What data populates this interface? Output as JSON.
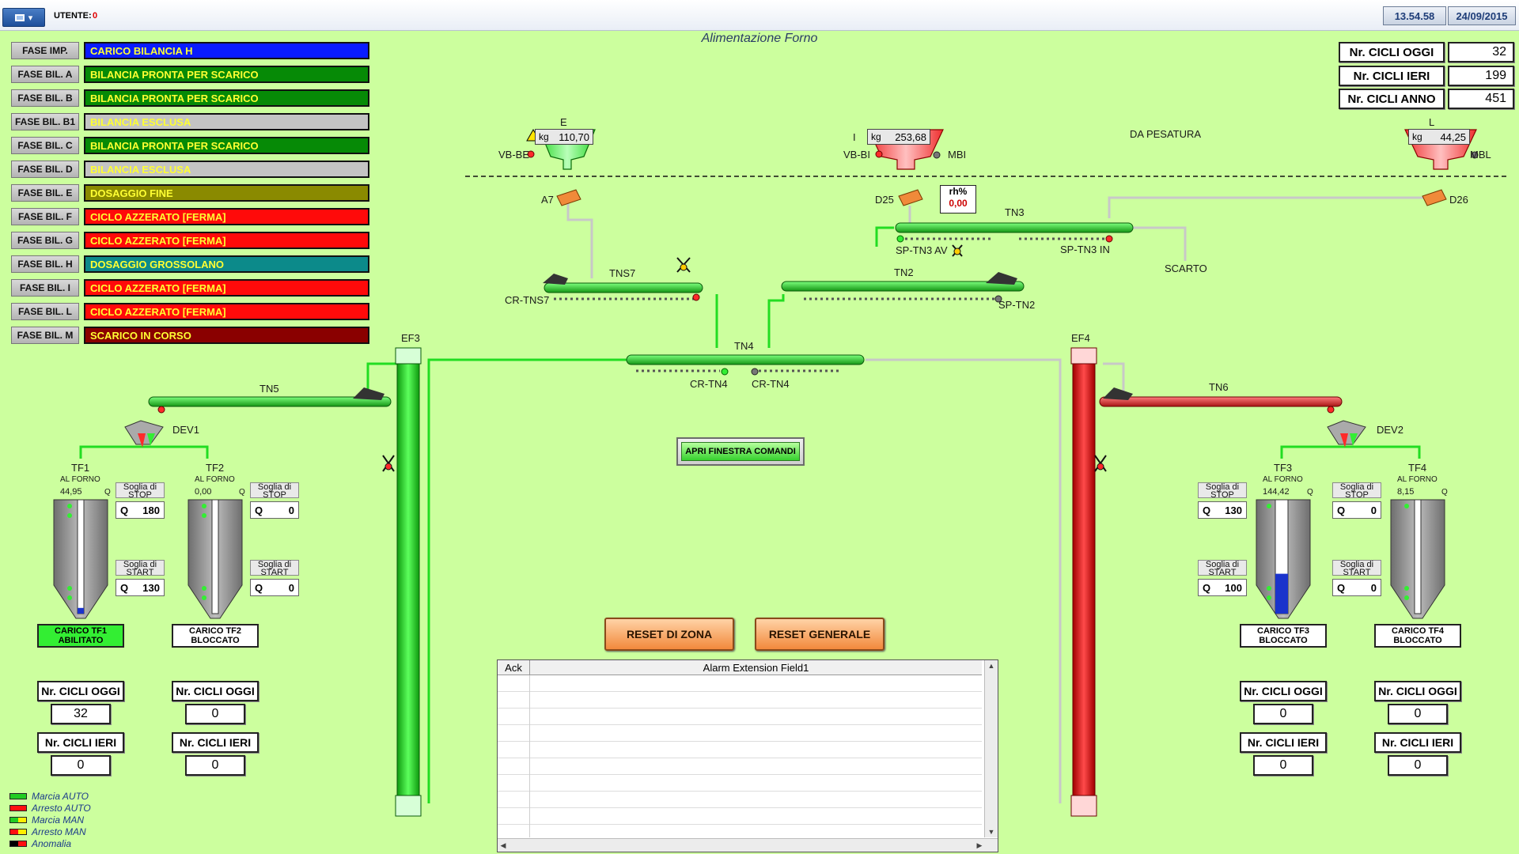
{
  "header": {
    "user_label": "UTENTE:",
    "user_value": "0",
    "time": "13.54.58",
    "date": "24/09/2015",
    "title": "Alimentazione Forno"
  },
  "phases": [
    {
      "label": "FASE IMP.",
      "value": "CARICO BILANCIA H",
      "bg": "#0a1cff",
      "fg": "#ffff33"
    },
    {
      "label": "FASE BIL. A",
      "value": "BILANCIA PRONTA PER SCARICO",
      "bg": "#068a06",
      "fg": "#ffff33"
    },
    {
      "label": "FASE BIL. B",
      "value": "BILANCIA PRONTA PER SCARICO",
      "bg": "#068a06",
      "fg": "#ffff33"
    },
    {
      "label": "FASE BIL. B1",
      "value": "BILANCIA ESCLUSA",
      "bg": "#c4c4c4",
      "fg": "#ffff33"
    },
    {
      "label": "FASE BIL. C",
      "value": "BILANCIA PRONTA PER SCARICO",
      "bg": "#068a06",
      "fg": "#ffff33"
    },
    {
      "label": "FASE BIL. D",
      "value": "BILANCIA ESCLUSA",
      "bg": "#c4c4c4",
      "fg": "#ffff33"
    },
    {
      "label": "FASE BIL. E",
      "value": "DOSAGGIO FINE",
      "bg": "#8a8a00",
      "fg": "#ffff33"
    },
    {
      "label": "FASE BIL. F",
      "value": "CICLO AZZERATO [FERMA]",
      "bg": "#ff0a0a",
      "fg": "#ffff33"
    },
    {
      "label": "FASE BIL. G",
      "value": "CICLO AZZERATO [FERMA]",
      "bg": "#ff0a0a",
      "fg": "#ffff33"
    },
    {
      "label": "FASE BIL. H",
      "value": "DOSAGGIO GROSSOLANO",
      "bg": "#0c8a8a",
      "fg": "#ffff33"
    },
    {
      "label": "FASE BIL. I",
      "value": "CICLO AZZERATO [FERMA]",
      "bg": "#ff0a0a",
      "fg": "#ffff33"
    },
    {
      "label": "FASE BIL. L",
      "value": "CICLO AZZERATO [FERMA]",
      "bg": "#ff0a0a",
      "fg": "#ffff33"
    },
    {
      "label": "FASE BIL. M",
      "value": "SCARICO IN CORSO",
      "bg": "#8a0000",
      "fg": "#ffff33"
    }
  ],
  "totals": {
    "oggi_label": "Nr. CICLI OGGI",
    "oggi": "32",
    "ieri_label": "Nr. CICLI IERI",
    "ieri": "199",
    "anno_label": "Nr. CICLI ANNO",
    "anno": "451"
  },
  "plant": {
    "da_pesatura": "DA PESATURA",
    "scales": [
      {
        "name": "E",
        "kg_label": "kg",
        "value": "110,70",
        "valve": "VB-BE"
      },
      {
        "name": "I",
        "kg_label": "kg",
        "value": "253,68",
        "valve": "VB-BI",
        "aux": "MBI"
      },
      {
        "name": "L",
        "kg_label": "kg",
        "value": "44,25",
        "aux": "MBL"
      }
    ],
    "rh_label": "rh%",
    "rh_value": "0,00",
    "gates": {
      "a7": "A7",
      "d25": "D25",
      "d26": "D26"
    },
    "conveyors": {
      "tns7": "TNS7",
      "cr_tns7": "CR-TNS7",
      "tn3": "TN3",
      "sp_tn3_av": "SP-TN3 AV",
      "sp_tn3_in": "SP-TN3 IN",
      "scarto": "SCARTO",
      "tn2": "TN2",
      "sp_tn2": "SP-TN2",
      "tn4": "TN4",
      "cr_tn4_a": "CR-TN4",
      "cr_tn4_b": "CR-TN4",
      "tn5": "TN5",
      "tn6": "TN6"
    },
    "elevators": {
      "ef3": "EF3",
      "ef4": "EF4"
    },
    "diverters": {
      "dev1": "DEV1",
      "dev2": "DEV2"
    },
    "apri_label": "APRI FINESTRA COMANDI"
  },
  "silos": [
    {
      "name": "TF1",
      "sub": "AL FORNO",
      "value": "44,95",
      "q": "Q",
      "fill": 0.05,
      "stop_title": "Soglia di STOP",
      "stop_q": "Q",
      "stop_val": "180",
      "start_title": "Soglia di START",
      "start_q": "Q",
      "start_val": "130",
      "cmd": "CARICO TF1 ABILITATO",
      "cmd_bg": "#33ee33",
      "oggi_label": "Nr. CICLI OGGI",
      "oggi": "32",
      "ieri_label": "Nr. CICLI IERI",
      "ieri": "0"
    },
    {
      "name": "TF2",
      "sub": "AL FORNO",
      "value": "0,00",
      "q": "Q",
      "fill": 0,
      "stop_title": "Soglia di STOP",
      "stop_q": "Q",
      "stop_val": "0",
      "start_title": "Soglia di START",
      "start_q": "Q",
      "start_val": "0",
      "cmd": "CARICO TF2 BLOCCATO",
      "cmd_bg": "#ffffff",
      "oggi_label": "Nr. CICLI OGGI",
      "oggi": "0",
      "ieri_label": "Nr. CICLI IERI",
      "ieri": "0"
    },
    {
      "name": "TF3",
      "sub": "AL FORNO",
      "value": "144,42",
      "q": "Q",
      "fill": 0.35,
      "stop_title": "Soglia di STOP",
      "stop_q": "Q",
      "stop_val": "130",
      "start_title": "Soglia di START",
      "start_q": "Q",
      "start_val": "100",
      "cmd": "CARICO TF3 BLOCCATO",
      "cmd_bg": "#ffffff",
      "oggi_label": "Nr. CICLI OGGI",
      "oggi": "0",
      "ieri_label": "Nr. CICLI IERI",
      "ieri": "0"
    },
    {
      "name": "TF4",
      "sub": "AL FORNO",
      "value": "8,15",
      "q": "Q",
      "fill": 0,
      "stop_title": "Soglia di STOP",
      "stop_q": "Q",
      "stop_val": "0",
      "start_title": "Soglia di START",
      "start_q": "Q",
      "start_val": "0",
      "cmd": "CARICO TF4 BLOCCATO",
      "cmd_bg": "#ffffff",
      "oggi_label": "Nr. CICLI OGGI",
      "oggi": "0",
      "ieri_label": "Nr. CICLI IERI",
      "ieri": "0"
    }
  ],
  "buttons": {
    "reset_zona": "RESET DI ZONA",
    "reset_generale": "RESET GENERALE"
  },
  "alarm": {
    "col_ack": "Ack",
    "col_field": "Alarm Extension Field1"
  },
  "legend": [
    {
      "text": "Marcia AUTO",
      "c1": "#22cc22",
      "c2": "#22cc22"
    },
    {
      "text": "Arresto AUTO",
      "c1": "#ff1010",
      "c2": "#ff1010"
    },
    {
      "text": "Marcia MAN",
      "c1": "#22cc22",
      "c2": "#ffee00"
    },
    {
      "text": "Arresto MAN",
      "c1": "#ff1010",
      "c2": "#ffee00"
    },
    {
      "text": "Anomalia",
      "c1": "#000000",
      "c2": "#ff1010"
    }
  ],
  "colors": {
    "background": "#ccff9e",
    "running": "#22cc22",
    "stopped": "#ff1010",
    "silo_fill": "#1a33cc"
  }
}
